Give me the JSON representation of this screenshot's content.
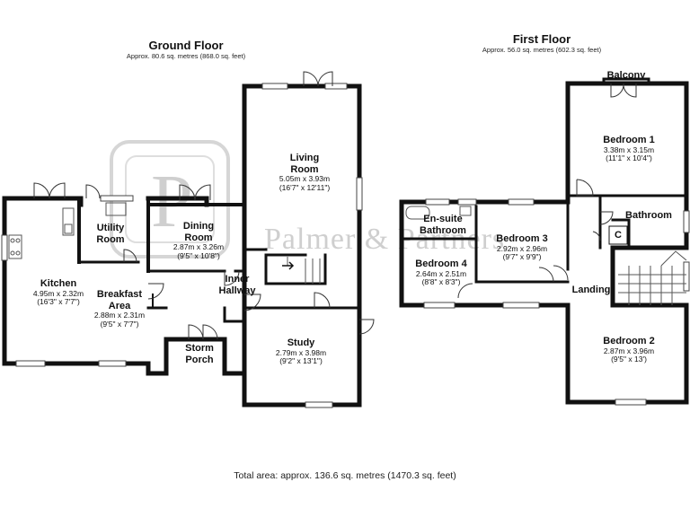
{
  "ground_floor": {
    "title": "Ground Floor",
    "area": "Approx. 80.6 sq. metres (868.0 sq. feet)",
    "rooms": {
      "kitchen": {
        "name": "Kitchen",
        "dims": "4.95m x 2.32m",
        "imperial": "(16'3\" x 7'7\")"
      },
      "utility": {
        "name": "Utility",
        "name2": "Room"
      },
      "dining": {
        "name": "Dining",
        "name2": "Room",
        "dims": "2.87m x 3.26m",
        "imperial": "(9'5\" x 10'8\")"
      },
      "living": {
        "name": "Living",
        "name2": "Room",
        "dims": "5.05m x 3.93m",
        "imperial": "(16'7\" x 12'11\")"
      },
      "breakfast": {
        "name": "Breakfast",
        "name2": "Area",
        "dims": "2.88m x 2.31m",
        "imperial": "(9'5\" x 7'7\")"
      },
      "inner_hallway": {
        "name": "Inner",
        "name2": "Hallway"
      },
      "storm_porch": {
        "name": "Storm",
        "name2": "Porch"
      },
      "study": {
        "name": "Study",
        "dims": "2.79m x 3.98m",
        "imperial": "(9'2\" x 13'1\")"
      }
    }
  },
  "first_floor": {
    "title": "First Floor",
    "area": "Approx. 56.0 sq. metres (602.3 sq. feet)",
    "rooms": {
      "balcony": {
        "name": "Balcony"
      },
      "bedroom1": {
        "name": "Bedroom 1",
        "dims": "3.38m x 3.15m",
        "imperial": "(11'1\" x 10'4\")"
      },
      "bathroom": {
        "name": "Bathroom"
      },
      "cupboard": {
        "name": "C"
      },
      "ensuite": {
        "name": "En-suite",
        "name2": "Bathroom"
      },
      "bedroom3": {
        "name": "Bedroom 3",
        "dims": "2.92m x 2.96m",
        "imperial": "(9'7\" x 9'9\")"
      },
      "bedroom4": {
        "name": "Bedroom 4",
        "dims": "2.64m x 2.51m",
        "imperial": "(8'8\" x 8'3\")"
      },
      "landing": {
        "name": "Landing"
      },
      "bedroom2": {
        "name": "Bedroom 2",
        "dims": "2.87m x 3.96m",
        "imperial": "(9'5\" x 13')"
      }
    }
  },
  "total_area": "Total area: approx. 136.6 sq. metres (1470.3 sq. feet)",
  "watermark": {
    "monogram": "P",
    "text": "Palmer & Partners"
  },
  "colors": {
    "wall": "#111111",
    "window": "#ffffff",
    "watermark": "#cfcfcf"
  }
}
